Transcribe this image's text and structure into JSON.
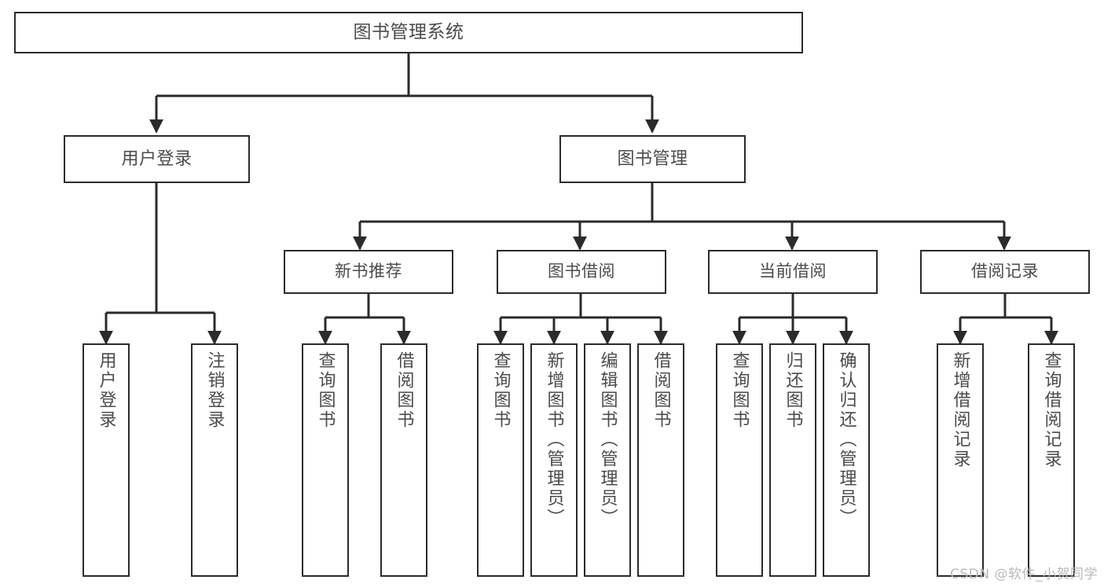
{
  "diagram": {
    "title": "图书管理系统",
    "type": "tree-hierarchy-diagram",
    "root": {
      "label": "图书管理系统"
    },
    "level2": [
      {
        "label": "用户登录"
      },
      {
        "label": "图书管理"
      }
    ],
    "level3": [
      {
        "label": "新书推荐"
      },
      {
        "label": "图书借阅"
      },
      {
        "label": "当前借阅"
      },
      {
        "label": "借阅记录"
      }
    ],
    "leaves": {
      "user_login": [
        {
          "label": "用户登录"
        },
        {
          "label": "注销登录"
        }
      ],
      "new_book_recommend": [
        {
          "label": "查询图书"
        },
        {
          "label": "借阅图书"
        }
      ],
      "book_borrow": [
        {
          "label": "查询图书"
        },
        {
          "label": "新增图书（管理员）"
        },
        {
          "label": "编辑图书（管理员）"
        },
        {
          "label": "借阅图书"
        }
      ],
      "current_borrow": [
        {
          "label": "查询图书"
        },
        {
          "label": "归还图书"
        },
        {
          "label": "确认归还（管理员）"
        }
      ],
      "borrow_record": [
        {
          "label": "新增借阅记录"
        },
        {
          "label": "查询借阅记录"
        }
      ]
    }
  },
  "watermark": {
    "text": "CSDN @软件_小贺同学"
  },
  "colors": {
    "background": "#ffffff",
    "box_border": "#2b2b2b",
    "box_fill": "#ffffff",
    "text": "#4b4b4b",
    "connector": "#2b2b2b",
    "watermark": "#b9b9b9"
  }
}
